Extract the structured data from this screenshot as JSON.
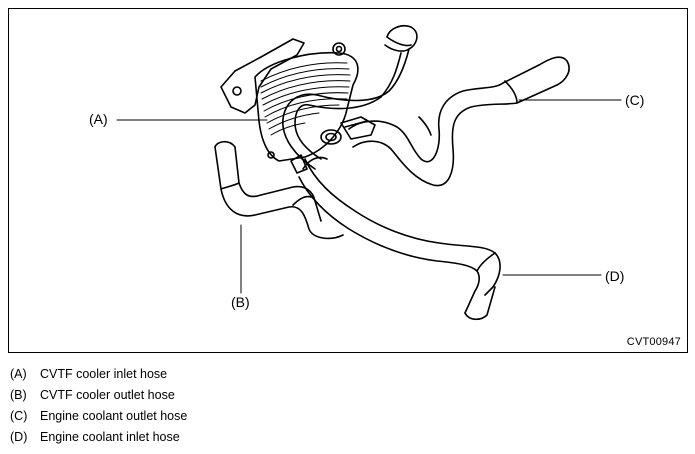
{
  "figure": {
    "code": "CVT00947",
    "callouts": {
      "a": "(A)",
      "b": "(B)",
      "c": "(C)",
      "d": "(D)"
    }
  },
  "legend": [
    {
      "key": "(A)",
      "text": "CVTF cooler inlet hose"
    },
    {
      "key": "(B)",
      "text": "CVTF cooler outlet hose"
    },
    {
      "key": "(C)",
      "text": "Engine coolant outlet hose"
    },
    {
      "key": "(D)",
      "text": "Engine coolant inlet hose"
    }
  ]
}
